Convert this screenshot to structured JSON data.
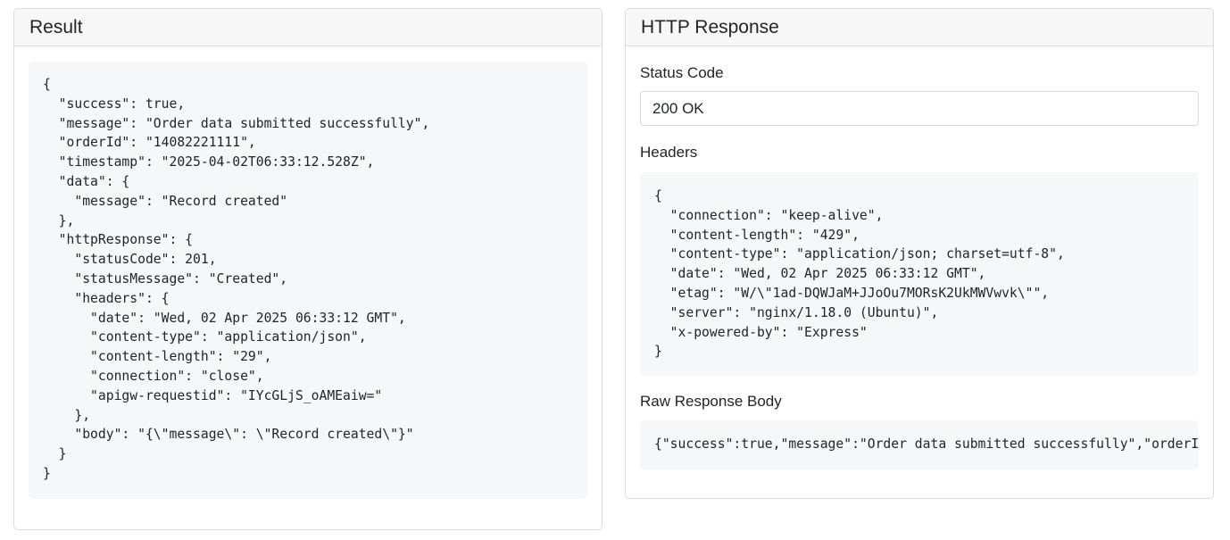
{
  "result_panel": {
    "title": "Result",
    "json_text": "{\n  \"success\": true,\n  \"message\": \"Order data submitted successfully\",\n  \"orderId\": \"14082221111\",\n  \"timestamp\": \"2025-04-02T06:33:12.528Z\",\n  \"data\": {\n    \"message\": \"Record created\"\n  },\n  \"httpResponse\": {\n    \"statusCode\": 201,\n    \"statusMessage\": \"Created\",\n    \"headers\": {\n      \"date\": \"Wed, 02 Apr 2025 06:33:12 GMT\",\n      \"content-type\": \"application/json\",\n      \"content-length\": \"29\",\n      \"connection\": \"close\",\n      \"apigw-requestid\": \"IYcGLjS_oAMEaiw=\"\n    },\n    \"body\": \"{\\\"message\\\": \\\"Record created\\\"}\"\n  }\n}"
  },
  "http_panel": {
    "title": "HTTP Response",
    "status_code_label": "Status Code",
    "status_code_value": "200 OK",
    "headers_label": "Headers",
    "headers_text": "{\n  \"connection\": \"keep-alive\",\n  \"content-length\": \"429\",\n  \"content-type\": \"application/json; charset=utf-8\",\n  \"date\": \"Wed, 02 Apr 2025 06:33:12 GMT\",\n  \"etag\": \"W/\\\"1ad-DQWJaM+JJoOu7MORsK2UkMWVwvk\\\"\",\n  \"server\": \"nginx/1.18.0 (Ubuntu)\",\n  \"x-powered-by\": \"Express\"\n}",
    "raw_body_label": "Raw Response Body",
    "raw_body_text": "{\"success\":true,\"message\":\"Order data submitted successfully\",\"orderId"
  }
}
